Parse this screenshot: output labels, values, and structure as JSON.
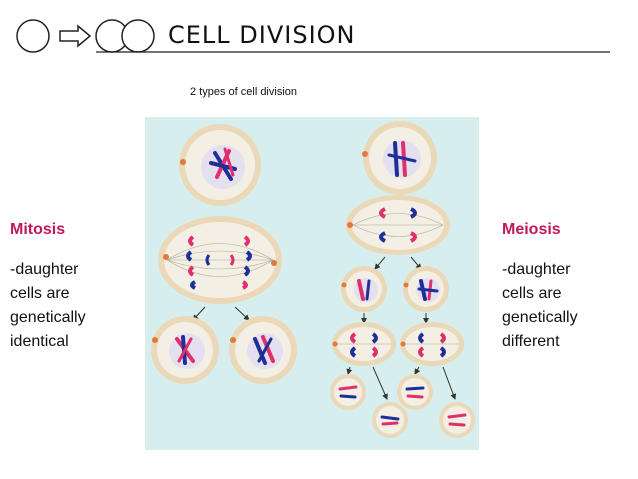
{
  "slide": {
    "title": "CELL DIVISION",
    "subtitle": "2 types of cell division"
  },
  "left": {
    "heading": "Mitosis",
    "lines": [
      "-daughter",
      "cells are",
      "genetically",
      "identical"
    ]
  },
  "right": {
    "heading": "Meiosis",
    "lines": [
      "-daughter",
      "cells are",
      "genetically",
      "different"
    ]
  },
  "colors": {
    "heading": "#c2185b",
    "diagram_bg": "#d7eeee",
    "cell_fill": "#f3efe4",
    "cell_ring": "#d8b88a",
    "chrom_red": "#e0306b",
    "chrom_blue": "#1f2f9a"
  }
}
